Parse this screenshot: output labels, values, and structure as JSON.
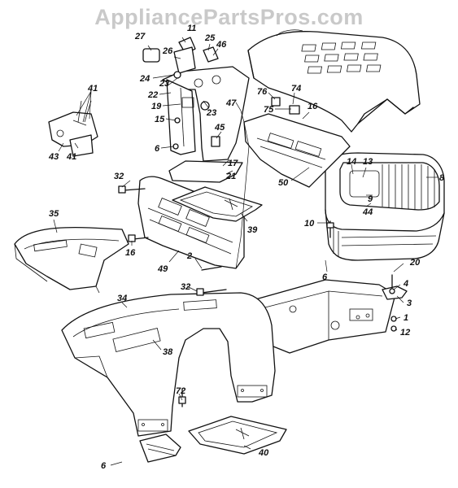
{
  "watermark": "AppliancePartsPros.com",
  "callouts": [
    {
      "id": "c27",
      "text": "27"
    },
    {
      "id": "c11",
      "text": "11"
    },
    {
      "id": "c25",
      "text": "25"
    },
    {
      "id": "c46",
      "text": "46"
    },
    {
      "id": "c26",
      "text": "26"
    },
    {
      "id": "c24",
      "text": "24"
    },
    {
      "id": "c23a",
      "text": "23"
    },
    {
      "id": "c22",
      "text": "22"
    },
    {
      "id": "c19",
      "text": "19"
    },
    {
      "id": "c23b",
      "text": "23"
    },
    {
      "id": "c15",
      "text": "15"
    },
    {
      "id": "c6a",
      "text": "6"
    },
    {
      "id": "c41a",
      "text": "41"
    },
    {
      "id": "c43",
      "text": "43"
    },
    {
      "id": "c41b",
      "text": "41"
    },
    {
      "id": "c76",
      "text": "76"
    },
    {
      "id": "c74",
      "text": "74"
    },
    {
      "id": "c75",
      "text": "75"
    },
    {
      "id": "c16a",
      "text": "16"
    },
    {
      "id": "c47",
      "text": "47"
    },
    {
      "id": "c45",
      "text": "45"
    },
    {
      "id": "c17",
      "text": "17"
    },
    {
      "id": "c21",
      "text": "21"
    },
    {
      "id": "c32a",
      "text": "32"
    },
    {
      "id": "c50",
      "text": "50"
    },
    {
      "id": "c14",
      "text": "14"
    },
    {
      "id": "c13",
      "text": "13"
    },
    {
      "id": "c8",
      "text": "8"
    },
    {
      "id": "c9",
      "text": "9"
    },
    {
      "id": "c44",
      "text": "44"
    },
    {
      "id": "c10",
      "text": "10"
    },
    {
      "id": "c39",
      "text": "39"
    },
    {
      "id": "c35",
      "text": "35"
    },
    {
      "id": "c16b",
      "text": "16"
    },
    {
      "id": "c49",
      "text": "49"
    },
    {
      "id": "c2",
      "text": "2"
    },
    {
      "id": "c6b",
      "text": "6"
    },
    {
      "id": "c20",
      "text": "20"
    },
    {
      "id": "c4",
      "text": "4"
    },
    {
      "id": "c32b",
      "text": "32"
    },
    {
      "id": "c34",
      "text": "34"
    },
    {
      "id": "c3",
      "text": "3"
    },
    {
      "id": "c1",
      "text": "1"
    },
    {
      "id": "c12",
      "text": "12"
    },
    {
      "id": "c38",
      "text": "38"
    },
    {
      "id": "c72",
      "text": "72"
    },
    {
      "id": "c40",
      "text": "40"
    },
    {
      "id": "c6c",
      "text": "6"
    }
  ]
}
